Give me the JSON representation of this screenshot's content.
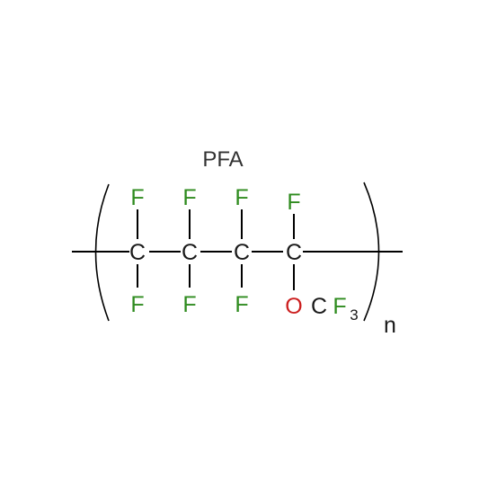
{
  "title": "PFA",
  "repeat_subscript": "n",
  "chain_carbon_label": "C",
  "fluorine_label": "F",
  "oxygen_label": "O",
  "side_group": {
    "carbon": "C",
    "fluorine": "F",
    "subscript": "3"
  },
  "colors": {
    "bond": "#000000",
    "carbon": "#1a1a1a",
    "fluorine": "#2e8b1e",
    "oxygen": "#cc1f1f",
    "title": "#333333"
  }
}
